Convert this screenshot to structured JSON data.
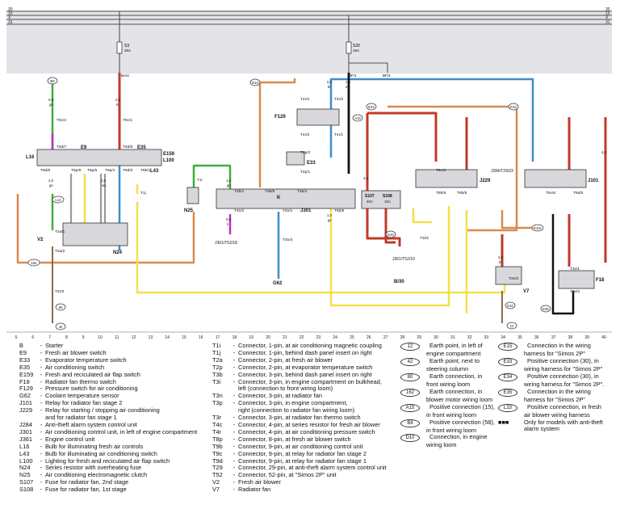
{
  "rails": {
    "r30": "30",
    "r15": "15",
    "rX": "X",
    "r31": "31"
  },
  "fuses": {
    "s3_name": "S3",
    "s3_rating": "25A",
    "s20_name": "S20",
    "s20_rating": "15A",
    "s107_name": "S107",
    "s107_rating": "40A",
    "s108_name": "S108",
    "s108_rating": "10A"
  },
  "components": {
    "e9": "E9",
    "l16": "L16",
    "e35": "E35",
    "e159": "E159",
    "l100": "L100",
    "l43": "L43",
    "j301": "J301",
    "j229": "J229",
    "j101": "J101",
    "v2": "V2",
    "v7": "V7",
    "n24": "N24",
    "n25": "N25",
    "f129": "F129",
    "e33": "E33",
    "f18": "F18",
    "g62": "G62",
    "k": "K",
    "j361": "J361/T52/18",
    "j361b": "J361/T52/10",
    "b30": "B/30",
    "j284": "J284/T29/23",
    "ba4": "BA/4",
    "bf1": "BF/1",
    "bf3": "BF/3"
  },
  "connectors": {
    "t9c2": "T9c/2",
    "t9c1": "T9c/1",
    "t9d7": "T9d/7",
    "t9d8": "T9d/8",
    "t9d6": "T9d/6",
    "t9d3": "T9d/3",
    "t9p8": "T9p/8",
    "t9p5": "T9p/5",
    "t9p4": "T9p/4",
    "t9b1": "T9b/1",
    "t2a1": "T2a/1",
    "t2a2": "T2a/2",
    "t3r2": "T3r/2",
    "t3r1": "T3r/1",
    "t3r3": "T3r/3",
    "t1i": "T1i",
    "t1j": "T1j",
    "t3n2": "T3n/2",
    "t3b1": "T3b/1",
    "t3b4": "T3b/4",
    "t3b6": "T3b/6",
    "t9b8": "T9b/8",
    "t3n1": "T3n/1",
    "t3n3": "T3n/3",
    "t4r4": "T4r/4",
    "t4r2": "T4r/2",
    "t4r1": "T4r/1",
    "t4r3": "T4r/3",
    "t2p2": "T2p/2",
    "t2p1": "T2p/1",
    "t3i3": "T3i/3",
    "t9b6": "T9b/6",
    "t9b5": "T9b/5",
    "t9c3": "T9c/3",
    "t9c6": "T9c/6",
    "t9d5": "T9d/5",
    "t3v3": "T3v/3",
    "t3v2": "T3v/2",
    "t3v1": "T3v/1"
  },
  "grid_numbers": [
    "5",
    "6",
    "7",
    "8",
    "9",
    "10",
    "11",
    "12",
    "13",
    "14",
    "15",
    "16",
    "17",
    "18",
    "19",
    "20",
    "21",
    "22",
    "23",
    "24",
    "25",
    "26",
    "27",
    "28",
    "29",
    "30",
    "31",
    "32",
    "33",
    "34",
    "35",
    "36",
    "37",
    "38",
    "39",
    "40"
  ],
  "wire_labels": {
    "w25": "2,5",
    "w05": "0,5",
    "w10": "1,0",
    "w15": "1,5",
    "w40": "4,0",
    "br": "br",
    "rt": "rt",
    "gn": "gn",
    "sw": "sw",
    "ws": "ws",
    "bl": "bl",
    "ge": "ge",
    "li": "li"
  },
  "markers": {
    "m80": "80",
    "m42": "42",
    "m12": "12",
    "mB8": "B8",
    "mL13": "L13",
    "m162": "162",
    "mD10": "D10",
    "mA15": "A15",
    "mE34": "E34",
    "mE33": "E33",
    "mE101": "E101",
    "mE35": "E35"
  },
  "legend_col1": [
    {
      "code": "B",
      "desc": "Starter"
    },
    {
      "code": "E9",
      "desc": "Fresh air blower switch"
    },
    {
      "code": "E33",
      "desc": "Evaporator temperature switch"
    },
    {
      "code": "E35",
      "desc": "Air conditioning switch"
    },
    {
      "code": "E159",
      "desc": "Fresh and reciculated air flap switch"
    },
    {
      "code": "F18",
      "desc": "Radiator fan thermo switch"
    },
    {
      "code": "F129",
      "desc": "Pressure switch for air conditioning"
    },
    {
      "code": "G62",
      "desc": "Coolant temperature sensor"
    },
    {
      "code": "J101",
      "desc": "Relay for radiator fan stage 2"
    },
    {
      "code": "J229",
      "desc": "Relay for starting / stopping air conditioning"
    },
    {
      "code": "",
      "desc": "and for radiator fan stage 1"
    },
    {
      "code": "J284",
      "desc": "Anti-theft alarm system control unit"
    },
    {
      "code": "J301",
      "desc": "Air conditioning control unit, in left of engine compartment"
    },
    {
      "code": "J361",
      "desc": "Engine control unit"
    },
    {
      "code": "L16",
      "desc": "Bulb for illuminating fresh air controls"
    },
    {
      "code": "L43",
      "desc": "Bulb for illuminating air conditioning switch"
    },
    {
      "code": "L100",
      "desc": "Lighting for fresh and reciculated air flap switch"
    },
    {
      "code": "N24",
      "desc": "Series resistor with overheating fuse"
    },
    {
      "code": "N25",
      "desc": "Air conditioning electromagnetic clutch"
    },
    {
      "code": "S107",
      "desc": "Fuse for radiator fan, 2nd stage"
    },
    {
      "code": "S108",
      "desc": "Fuse for radiator fan, 1st stage"
    }
  ],
  "legend_col2": [
    {
      "code": "T1i",
      "desc": "Connector, 1-pin, at air conditioning magnetic coupling"
    },
    {
      "code": "T1j",
      "desc": "Connector, 1-pin, behind dash panel insert on right"
    },
    {
      "code": "T2a",
      "desc": "Connector, 2-pin, at fresh air blower"
    },
    {
      "code": "T2p",
      "desc": "Connector, 2-pin, at evaporator temperature switch"
    },
    {
      "code": "T3b",
      "desc": "Connector, 3-pin, behind dash panel insert on right"
    },
    {
      "code": "T3i",
      "desc": "Connector, 3-pin, in engine compartment on bulkhead,"
    },
    {
      "code": "",
      "desc": "left (connection to front wiring loom)"
    },
    {
      "code": "T3n",
      "desc": "Connector, 3-pin, at radiator fan"
    },
    {
      "code": "T3p",
      "desc": "Connector, 3-pin, in engine compartment,"
    },
    {
      "code": "",
      "desc": "right (connection to radiator fan wiring loom)"
    },
    {
      "code": "T3r",
      "desc": "Connector, 3-pin, at radiator fan thermo switch"
    },
    {
      "code": "T4c",
      "desc": "Connector, 4-pin, at series resistor for fresh air blower"
    },
    {
      "code": "T4r",
      "desc": "Connector, 4-pin, at air conditioning pressure switch"
    },
    {
      "code": "T8p",
      "desc": "Connector, 8-pin, at fresh air blower switch"
    },
    {
      "code": "T9b",
      "desc": "Connector, 9-pin, at air conditioning control unit"
    },
    {
      "code": "T9c",
      "desc": "Connector, 9-pin, at relay for radiator fan stage 2"
    },
    {
      "code": "T9d",
      "desc": "Connector, 9-pin, at relay for radiator fan stage 1"
    },
    {
      "code": "T29",
      "desc": "Connector, 29-pin, at anti-theft alarm system control unit"
    },
    {
      "code": "T52",
      "desc": "Connector, 52-pin, at \"Simos 2P\" unit"
    },
    {
      "code": "V2",
      "desc": "Fresh air blower"
    },
    {
      "code": "V7",
      "desc": "Radiator fan"
    }
  ],
  "legend_col3": [
    {
      "code": "12",
      "desc": "Earth point, in left of"
    },
    {
      "code": "",
      "desc": "engine compartment"
    },
    {
      "code": "42",
      "desc": "Earth point, next to"
    },
    {
      "code": "",
      "desc": "steering column"
    },
    {
      "code": "80",
      "desc": "Earth connection, in"
    },
    {
      "code": "",
      "desc": "front wiring loom"
    },
    {
      "code": "162",
      "desc": "Earth connection, in"
    },
    {
      "code": "",
      "desc": "blower motor wiring loom"
    },
    {
      "code": "A15",
      "desc": "Positive connection (15),"
    },
    {
      "code": "",
      "desc": "in front wiring loom"
    },
    {
      "code": "B8",
      "desc": "Positive connection (58),"
    },
    {
      "code": "",
      "desc": "in front wiring loom"
    },
    {
      "code": "D10",
      "desc": "Connection, in engine"
    },
    {
      "code": "",
      "desc": "wiring loom"
    }
  ],
  "legend_col4": [
    {
      "code": "E15",
      "desc": "Connection in the wiring"
    },
    {
      "code": "",
      "desc": "harness for \"Simos 2P\""
    },
    {
      "code": "E33",
      "desc": "Positive connection (30), in"
    },
    {
      "code": "",
      "desc": "wiring harness for \"Simos 2P\""
    },
    {
      "code": "E34",
      "desc": "Positive connection (30), in"
    },
    {
      "code": "",
      "desc": "wiring harness for \"Simos 2P\"."
    },
    {
      "code": "E35",
      "desc": "Connection in the wiring"
    },
    {
      "code": "",
      "desc": "harness for \"Simos 2P\""
    },
    {
      "code": "L33",
      "desc": "Positive connection, in fresh"
    },
    {
      "code": "",
      "desc": "air blower wiring harness"
    },
    {
      "code": "",
      "desc": ""
    },
    {
      "code": "■■■",
      "desc": "Only for models with anti-theft"
    },
    {
      "code": "",
      "desc": "alarm system"
    }
  ],
  "colors": {
    "red": "#c0392b",
    "orange": "#d98a4e",
    "green": "#3fae3f",
    "blue": "#3a8fd0",
    "yellow": "#f2e04a",
    "grey": "#9a9a9a",
    "black": "#111111",
    "magenta": "#c02fbf",
    "band": "#e3e3e8"
  }
}
